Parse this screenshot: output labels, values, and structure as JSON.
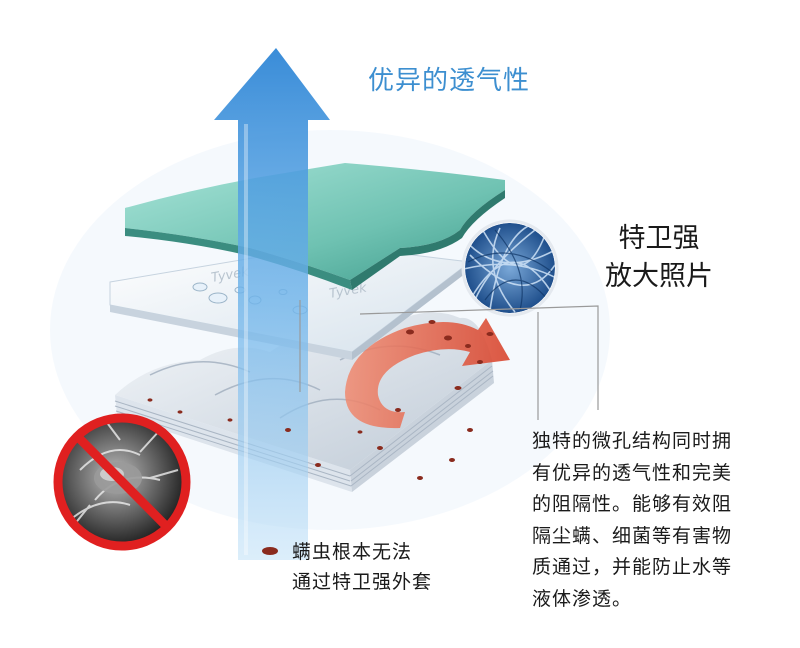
{
  "heading": "优异的透气性",
  "zoom_caption": [
    "特卫强",
    "放大照片"
  ],
  "description_lines": [
    "独特的微孔结构同时拥",
    "有优异的透气性和完美",
    "的阻隔性。能够有效阻",
    "隔尘螨、细菌等有害物",
    "质通过，并能防止水等",
    "液体渗透。"
  ],
  "mite_note_lines": [
    "螨虫根本无法",
    "通过特卫强外套"
  ],
  "watermark_text": "Tyvek",
  "colors": {
    "heading": "#3d8fd0",
    "arrow_blue": "#4a9ee0",
    "arrow_red": "#e0604a",
    "top_layer": "#7fcfc0",
    "particle": "#8a2b1e",
    "no_sign": "#e02020"
  },
  "icons": [
    "up-arrow",
    "curved-red-arrow",
    "fiber-magnified",
    "no-mite-sign"
  ]
}
